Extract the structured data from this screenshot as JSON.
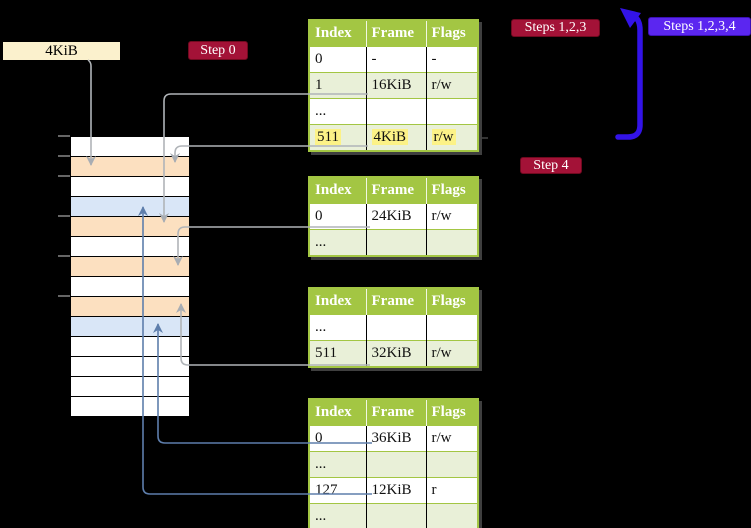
{
  "title": "Recursive page table translation diagram",
  "memory": {
    "label": "4KiB",
    "frames": [
      "white",
      "orange",
      "white",
      "blue",
      "orange",
      "white",
      "orange",
      "white",
      "orange",
      "blue",
      "white",
      "white",
      "white",
      "white"
    ]
  },
  "labels": {
    "step0": "Step 0",
    "steps123": "Steps 1,2,3",
    "steps1234": "Steps 1,2,3,4",
    "step4": "Step 4"
  },
  "page_tables": [
    {
      "header": [
        "Index",
        "Frame",
        "Flags"
      ],
      "rows": [
        {
          "index": "0",
          "frame": "-",
          "flags": "-"
        },
        {
          "index": "1",
          "frame": "16KiB",
          "flags": "r/w"
        },
        {
          "index": "...",
          "frame": "",
          "flags": ""
        },
        {
          "index": "511",
          "frame": "4KiB",
          "flags": "r/w"
        }
      ]
    },
    {
      "header": [
        "Index",
        "Frame",
        "Flags"
      ],
      "rows": [
        {
          "index": "0",
          "frame": "24KiB",
          "flags": "r/w"
        },
        {
          "index": "...",
          "frame": "",
          "flags": ""
        }
      ]
    },
    {
      "header": [
        "Index",
        "Frame",
        "Flags"
      ],
      "rows": [
        {
          "index": "...",
          "frame": "",
          "flags": ""
        },
        {
          "index": "511",
          "frame": "32KiB",
          "flags": "r/w"
        }
      ]
    },
    {
      "header": [
        "Index",
        "Frame",
        "Flags"
      ],
      "rows": [
        {
          "index": "0",
          "frame": "36KiB",
          "flags": "r/w"
        },
        {
          "index": "...",
          "frame": "",
          "flags": ""
        },
        {
          "index": "127",
          "frame": "12KiB",
          "flags": "r"
        },
        {
          "index": "...",
          "frame": "",
          "flags": ""
        }
      ]
    }
  ],
  "connections": [
    {
      "from": "4KiB-label",
      "to": "memory-frame-2",
      "color": "gray"
    },
    {
      "from": "table1-row-1",
      "to": "memory-frame-5",
      "color": "gray"
    },
    {
      "from": "table1-row-511",
      "to": "memory-frame-2",
      "color": "gray"
    },
    {
      "from": "table2-row-0",
      "to": "memory-frame-7",
      "color": "gray"
    },
    {
      "from": "table3-row-511",
      "to": "memory-frame-9",
      "color": "gray"
    },
    {
      "from": "table4-row-0",
      "to": "memory-frame-10",
      "color": "blue"
    },
    {
      "from": "table4-row-127",
      "to": "memory-frame-4",
      "color": "blue"
    },
    {
      "from": "table1-row-511",
      "to": "table1-top",
      "color": "violet"
    }
  ],
  "colors": {
    "background": "#000000",
    "table_header_green": "#A3C643",
    "table_row_green": "#E9F0D8",
    "memory_orange": "#FCE0C0",
    "memory_blue": "#D9E6F7",
    "cream_box": "#FBF1CD",
    "step_label_red": "#A31237",
    "steps_label_violet": "#5B26F0",
    "recursion_arrow_blue": "#3313E8",
    "walk_arrow_gray": "#A8ADB3",
    "frame_arrow_blue": "#5E7EAC",
    "highlight_yellow": "#FCF287",
    "tick_gray": "#7F7F7F"
  }
}
